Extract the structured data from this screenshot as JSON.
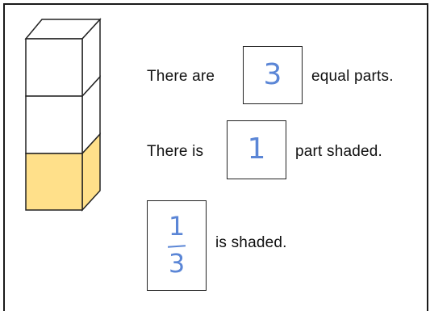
{
  "statement1": {
    "prefix": "There are",
    "value": "3",
    "suffix": "equal parts."
  },
  "statement2": {
    "prefix": "There is",
    "value": "1",
    "suffix": "part shaded."
  },
  "statement3": {
    "numerator": "1",
    "denominator": "3",
    "suffix": "is shaded."
  },
  "shape": {
    "total_parts": 3,
    "shaded_parts": 1,
    "shaded_color": "#ffe08a",
    "handwriting_color": "#5b86d6"
  }
}
